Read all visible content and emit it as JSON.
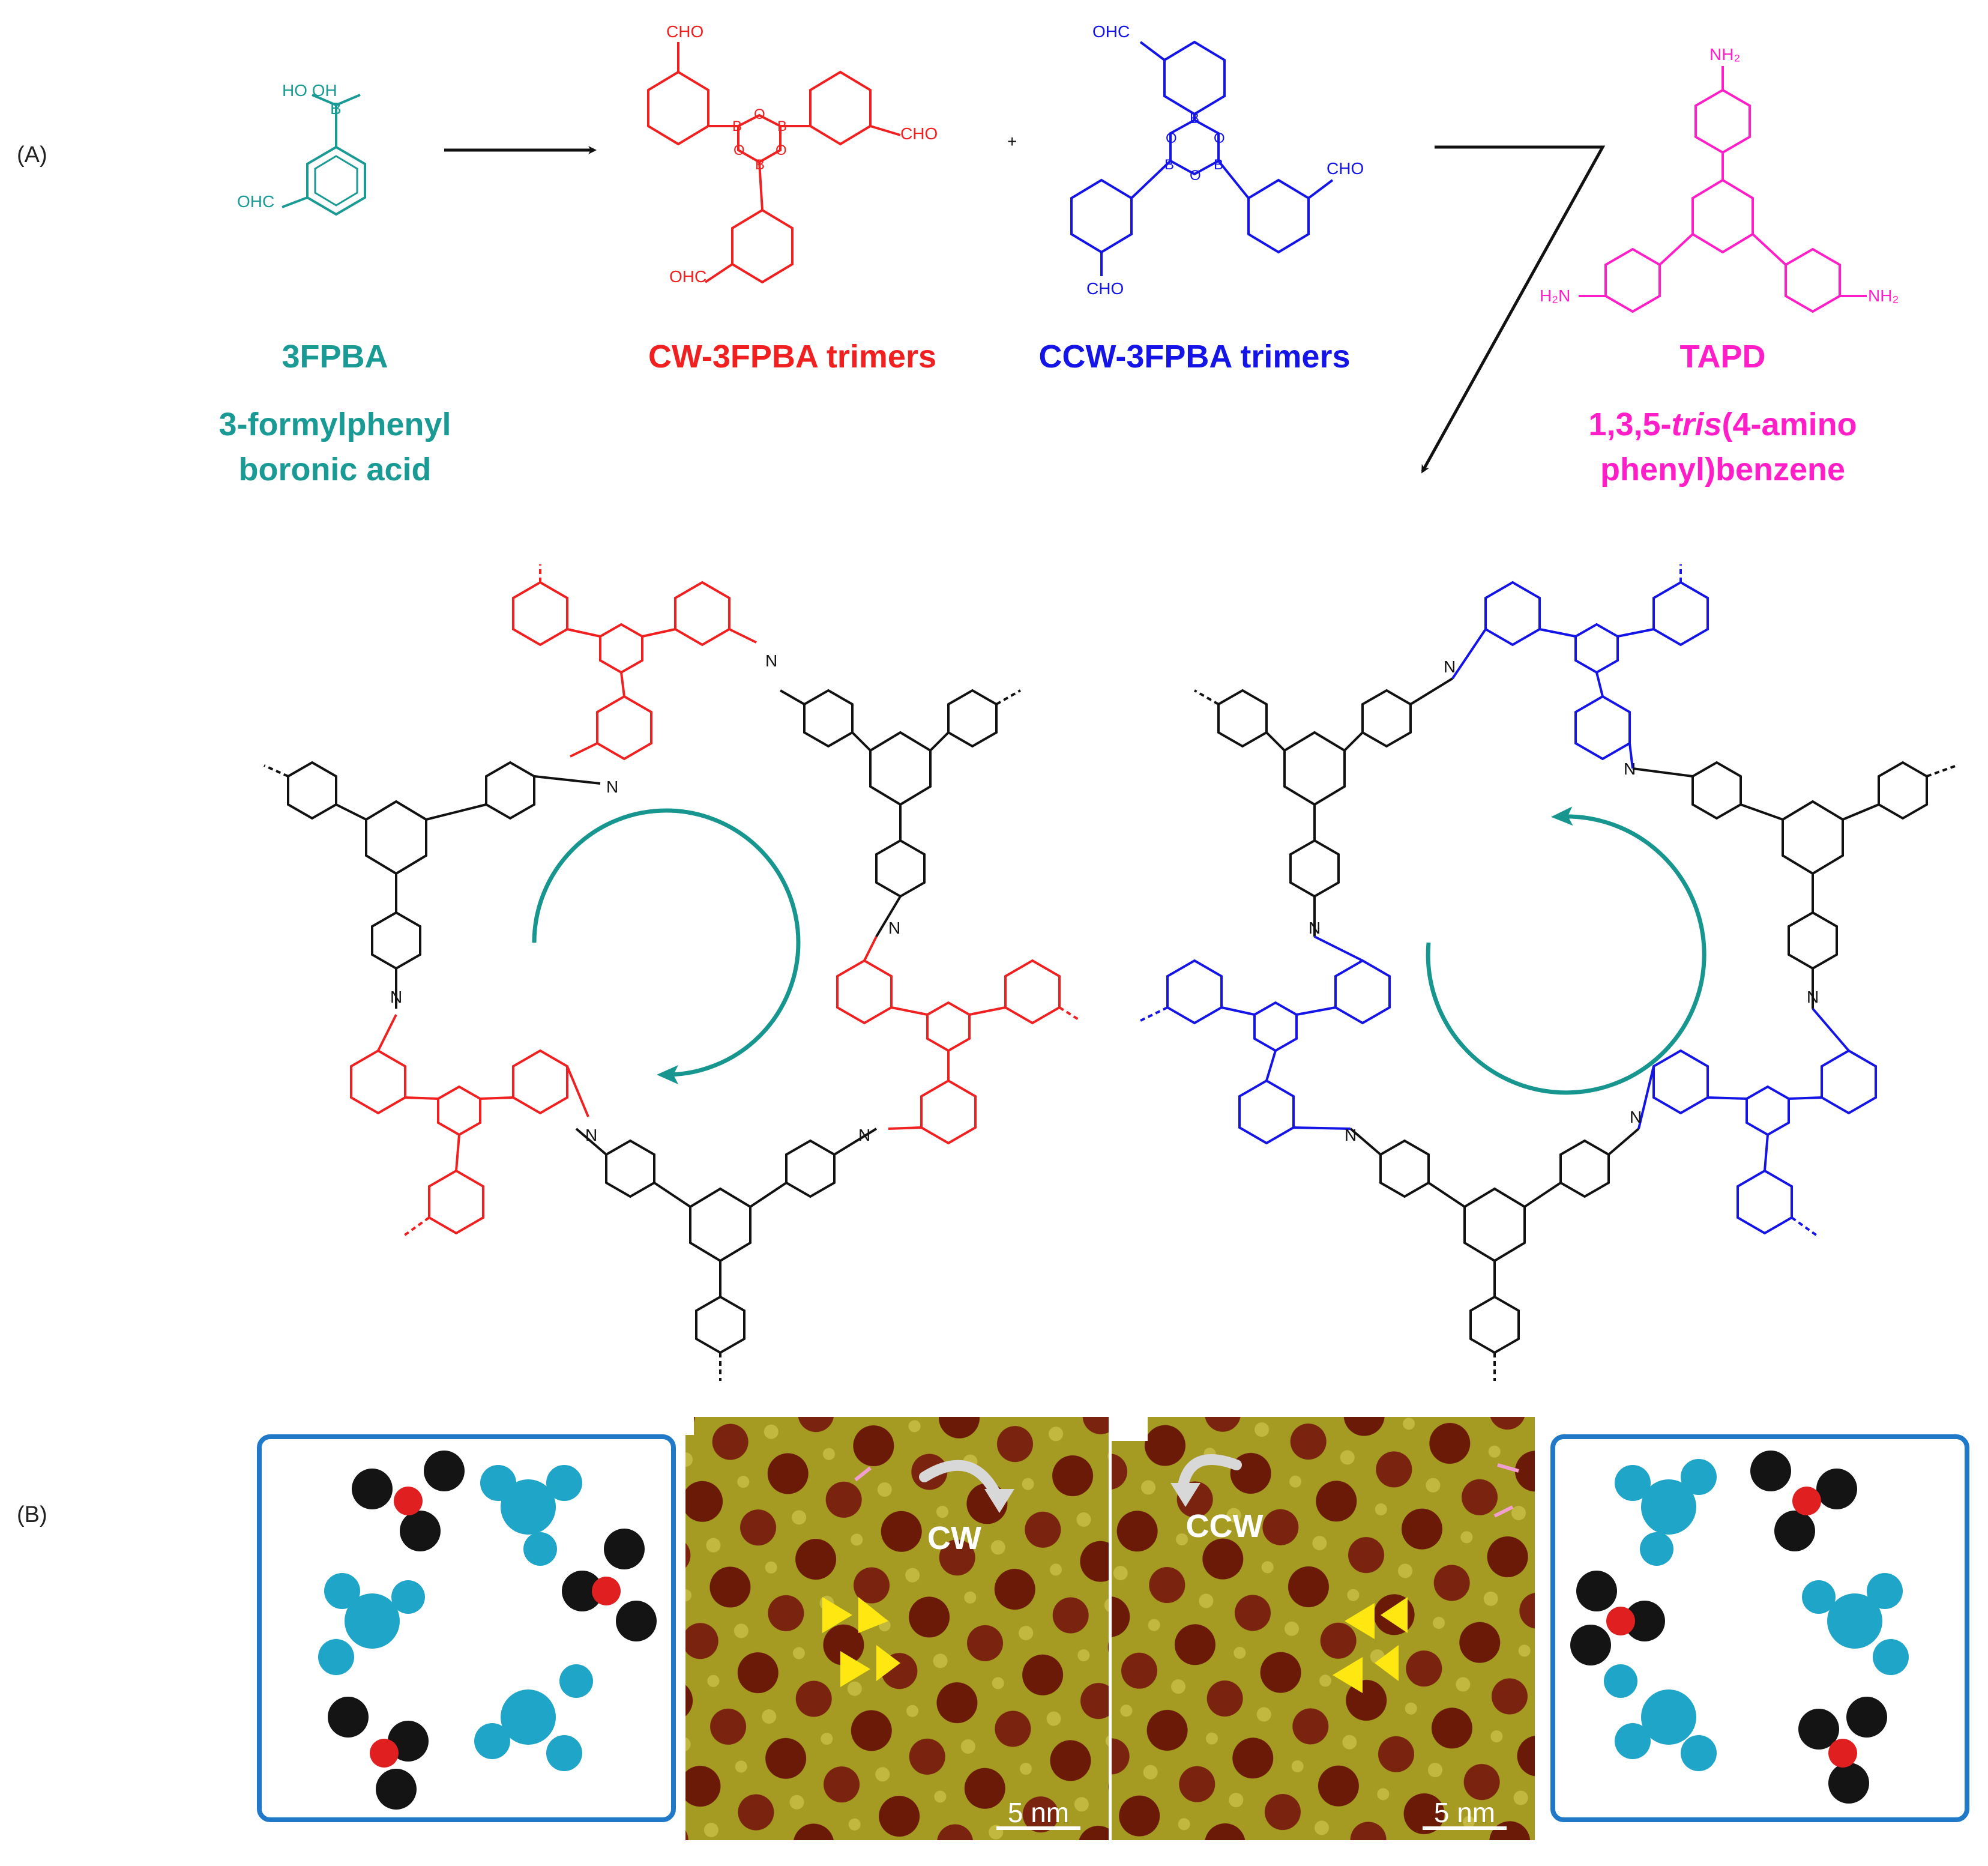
{
  "panels": {
    "a": "(A)",
    "b": "(B)"
  },
  "colors": {
    "teal": "#1a9a94",
    "red": "#f02020",
    "blue": "#1414e6",
    "magenta": "#ff1ec8",
    "black": "#111111",
    "arrow_teal": "#17958f",
    "frame_blue": "#1f78c8",
    "stm_dark": "#6b1a08",
    "stm_light": "#a8a020",
    "marker_yellow": "#ffe812"
  },
  "compounds": {
    "fpba": {
      "name": "3FPBA",
      "desc_line1": "3-formylphenyl",
      "desc_line2": "boronic acid"
    },
    "cw": {
      "name": "CW-3FPBA trimers"
    },
    "ccw": {
      "name": "CCW-3FPBA trimers"
    },
    "tapd": {
      "name": "TAPD",
      "desc_line1_pre": "1,3,5-",
      "desc_line1_italic": "tris",
      "desc_line1_post": "(4-amino",
      "desc_line2": "phenyl)benzene"
    },
    "plus": "+"
  },
  "atoms": {
    "ho_oh": "HO   OH",
    "b": "B",
    "o": "O",
    "cho": "CHO",
    "ohc": "OHC",
    "n": "N",
    "nh2": "NH₂",
    "h2n": "H₂N"
  },
  "stm": {
    "cw_label": "CW",
    "ccw_label": "CCW",
    "scale_left": "5 nm",
    "scale_right": "5 nm"
  }
}
